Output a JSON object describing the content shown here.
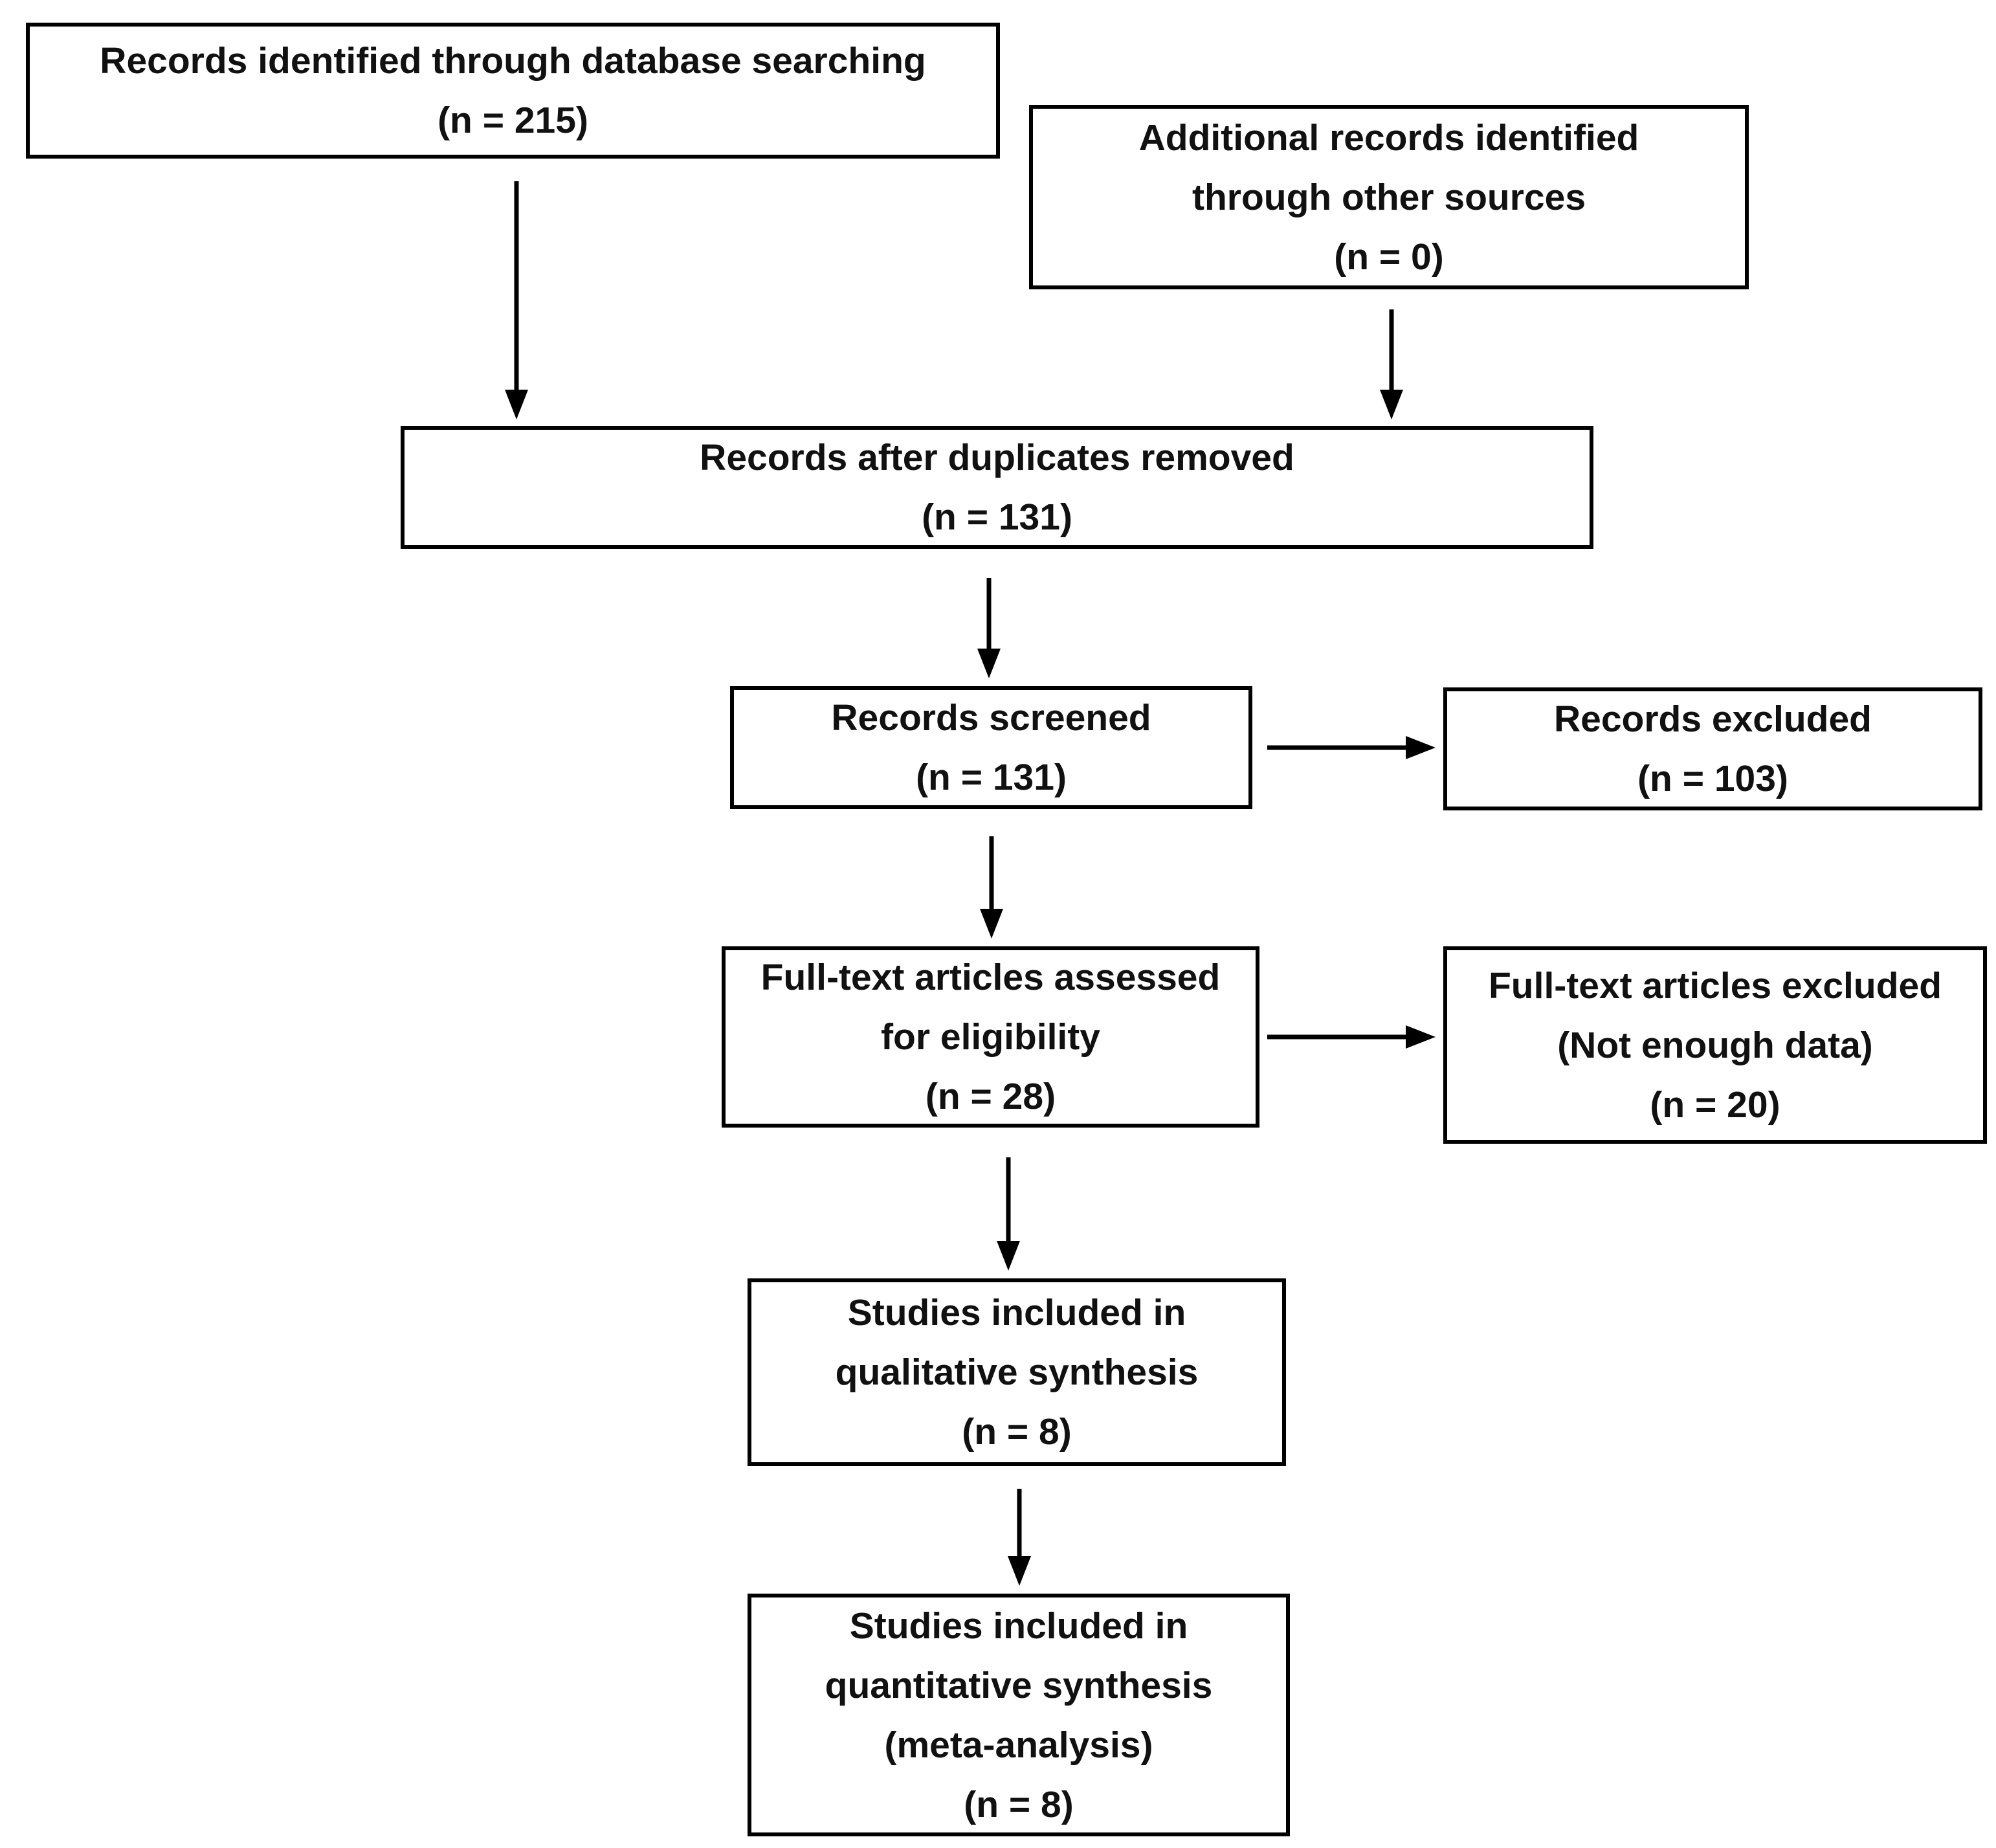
{
  "colors": {
    "background": "#ffffff",
    "box_border": "#000000",
    "text": "#111111",
    "arrow": "#000000"
  },
  "boxes": {
    "identified": {
      "lines": [
        "Records identified through database searching",
        "(n = 215)"
      ]
    },
    "additional": {
      "lines": [
        "Additional records identified",
        "through other sources",
        "(n = 0)"
      ]
    },
    "deduplicated": {
      "lines": [
        "Records after duplicates removed",
        "(n = 131)"
      ]
    },
    "screened": {
      "lines": [
        "Records screened",
        "(n = 131)"
      ]
    },
    "excluded": {
      "lines": [
        "Records excluded",
        "(n = 103)"
      ]
    },
    "fulltext_assessed": {
      "lines": [
        "Full-text articles assessed",
        "for eligibility",
        "(n = 28)"
      ]
    },
    "fulltext_excluded": {
      "lines": [
        "Full-text articles excluded",
        "(Not enough data)",
        "(n = 20)"
      ]
    },
    "qualitative": {
      "lines": [
        "Studies included in",
        "qualitative synthesis",
        "(n = 8)"
      ]
    },
    "quantitative": {
      "lines": [
        "Studies included in",
        "quantitative synthesis",
        "(meta-analysis)",
        "(n = 8)"
      ]
    }
  }
}
